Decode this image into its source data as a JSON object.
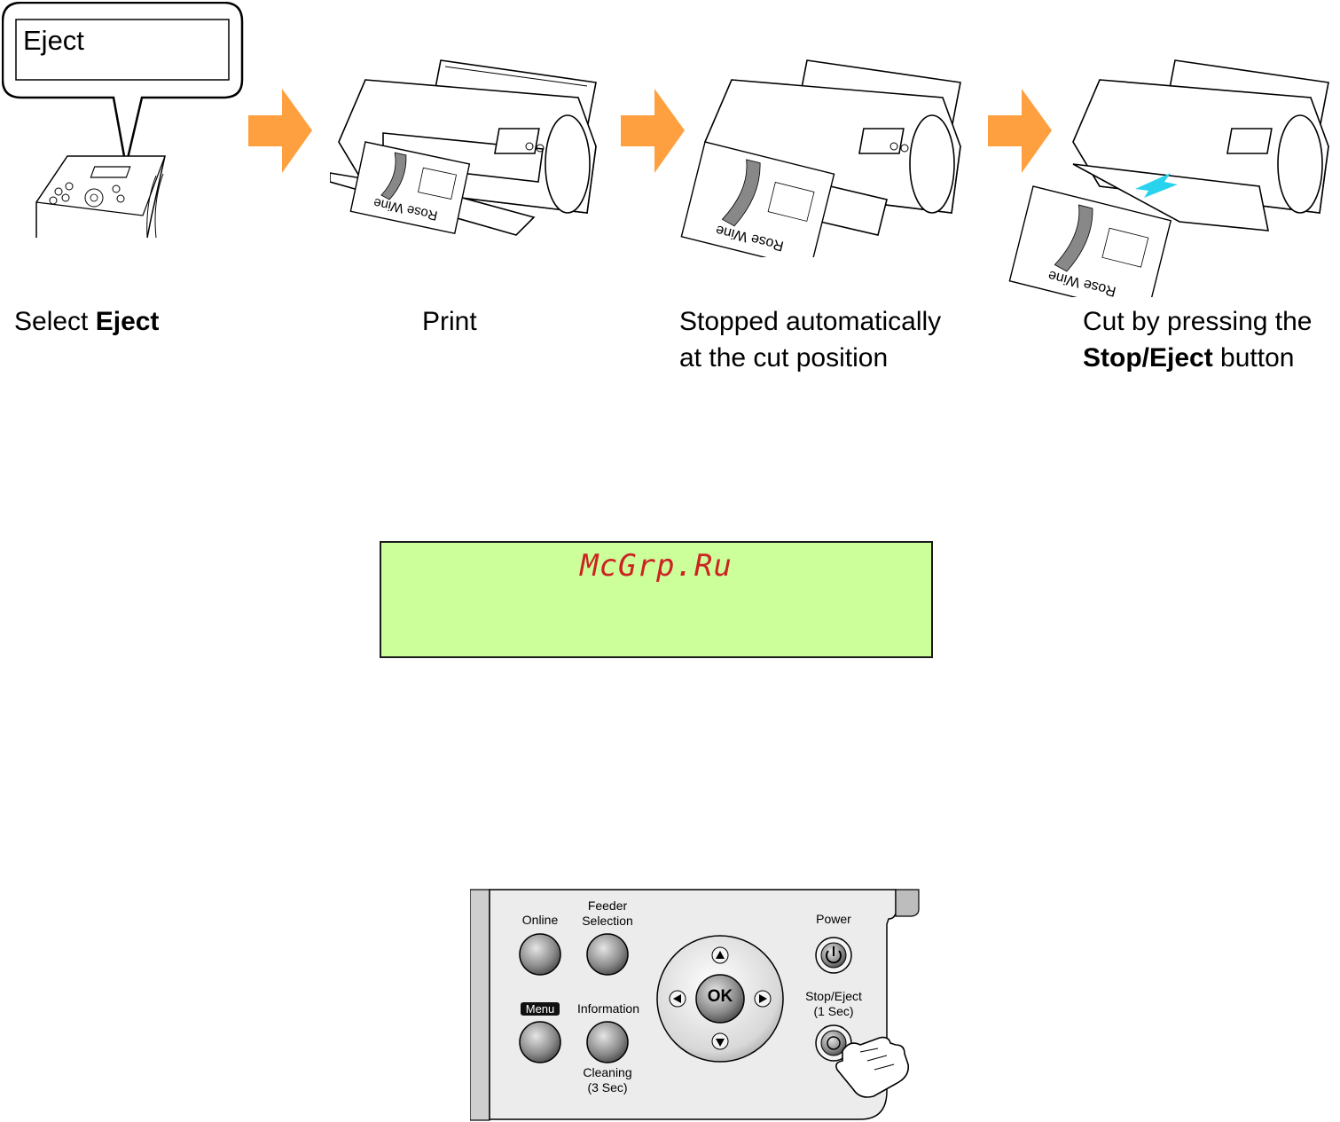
{
  "callout": {
    "text": "Eject"
  },
  "steps": [
    {
      "pre": "Select ",
      "bold": "Eject",
      "post": ""
    },
    {
      "text": "Print"
    },
    {
      "line1": "Stopped automatically",
      "line2": "at the cut position"
    },
    {
      "line1": "Cut by pressing the",
      "line2_bold": "Stop/Eject",
      "line2_post": " button"
    }
  ],
  "paper_label": "Rose Wine",
  "watermark": "McGrp.Ru",
  "panel": {
    "online": "Online",
    "feeder_1": "Feeder",
    "feeder_2": "Selection",
    "power": "Power",
    "menu": "Menu",
    "information": "Information",
    "cleaning_1": "Cleaning",
    "cleaning_2": "(3 Sec)",
    "stop_eject_1": "Stop/Eject",
    "stop_eject_2": "(1 Sec)",
    "ok": "OK"
  },
  "colors": {
    "arrow": "#ffa040",
    "cut_arrow": "#29d3ee",
    "watermark_bg": "#ccff99",
    "watermark_text": "#cc2222"
  }
}
